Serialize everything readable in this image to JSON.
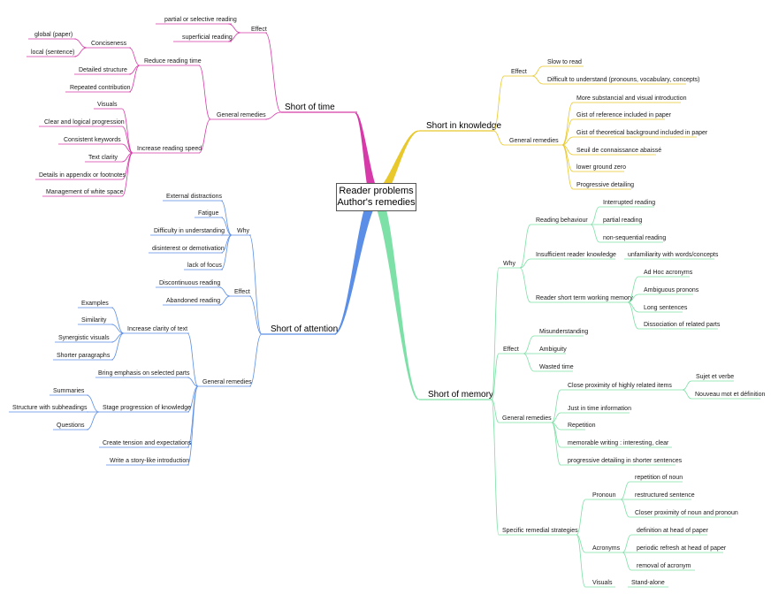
{
  "central": {
    "line1": "Reader problems",
    "line2": "Author's remedies"
  },
  "colors": {
    "time": "#d63aa8",
    "knowledge": "#e8c82a",
    "attention": "#5b8ee6",
    "memory": "#7de0a6"
  },
  "branches": {
    "time": {
      "label": "Short of time",
      "effect": {
        "label": "Effect",
        "items": [
          "partial or selective reading",
          "superficial reading"
        ]
      },
      "general_remedies": {
        "label": "General remedies",
        "reduce": {
          "label": "Reduce reading time",
          "conciseness": {
            "label": "Conciseness",
            "items": [
              "global (paper)",
              "local (sentence)"
            ]
          },
          "items": [
            "Detailed structure",
            "Repeated contribution"
          ]
        },
        "increase": {
          "label": "Increase reading speed",
          "items": [
            "Visuals",
            "Clear and logical progression",
            "Consistent keywords",
            "Text clarity",
            "Details in appendix or footnotes",
            "Management of white space"
          ]
        }
      }
    },
    "knowledge": {
      "label": "Short in knowledge",
      "effect": {
        "label": "Effect",
        "items": [
          "Slow to read",
          "Difficult to understand (pronouns, vocabulary, concepts)"
        ]
      },
      "general_remedies": {
        "label": "General remedies",
        "items": [
          "More substancial and visual introduction",
          "Gist of reference included in paper",
          "Gist of theoretical background included in paper",
          "Seuil de connaissance abaissé",
          "lower ground zero",
          "Progressive detailing"
        ]
      }
    },
    "attention": {
      "label": "Short of attention",
      "why": {
        "label": "Why",
        "items": [
          "External distractions",
          "Fatigue",
          "Difficulty in understanding",
          "disinterest or demotivation",
          "lack of focus"
        ]
      },
      "effect": {
        "label": "Effect",
        "items": [
          "Discontinuous reading",
          "Abandoned reading"
        ]
      },
      "general_remedies": {
        "label": "General remedies",
        "clarity": {
          "label": "Increase clarity of text",
          "items": [
            "Examples",
            "Similarity",
            "Synergistic visuals",
            "Shorter paragraphs"
          ]
        },
        "emphasis": "Bring emphasis on  selected parts",
        "stage": {
          "label": "Stage progression of knowledge",
          "items": [
            "Summaries",
            "Structure with subheadings",
            "Questions"
          ]
        },
        "tension": "Create tension and expectations",
        "story": "Write a story-like introduction"
      }
    },
    "memory": {
      "label": "Short of memory",
      "why": {
        "label": "Why",
        "reading_behaviour": {
          "label": "Reading behaviour",
          "items": [
            "Interrupted reading",
            "partial reading",
            "non-sequential reading"
          ]
        },
        "insufficient": {
          "label": "Insufficient reader knowledge",
          "item": "unfamiliarity with words/concepts"
        },
        "short_term": {
          "label": "Reader short term working memory",
          "items": [
            "Ad Hoc acronyms",
            "Ambiguous pronons",
            "Long sentences",
            "Dissociation of related parts"
          ]
        }
      },
      "effect": {
        "label": "Effect",
        "items": [
          "Misunderstanding",
          "Ambiguity",
          "Wasted time"
        ]
      },
      "general_remedies": {
        "label": "General remedies",
        "proximity": {
          "label": "Close proximity of highly related items",
          "items": [
            "Sujet et verbe",
            "Nouveau mot et définition"
          ]
        },
        "items": [
          "Just in time information",
          "Repetition",
          "memorable writing : interesting, clear",
          "progressive detailing in shorter sentences"
        ]
      },
      "strategies": {
        "label": "Specific remedial strategies",
        "pronoun": {
          "label": "Pronoun",
          "items": [
            "repetition of noun",
            "restructured sentence",
            "Closer proximity of noun and pronoun"
          ]
        },
        "acronyms": {
          "label": "Acronyms",
          "items": [
            "definition at head of paper",
            "periodic refresh at head of paper",
            "removal of acronym"
          ]
        },
        "visuals": {
          "label": "Visuals",
          "item": "Stand-alone"
        }
      }
    }
  }
}
